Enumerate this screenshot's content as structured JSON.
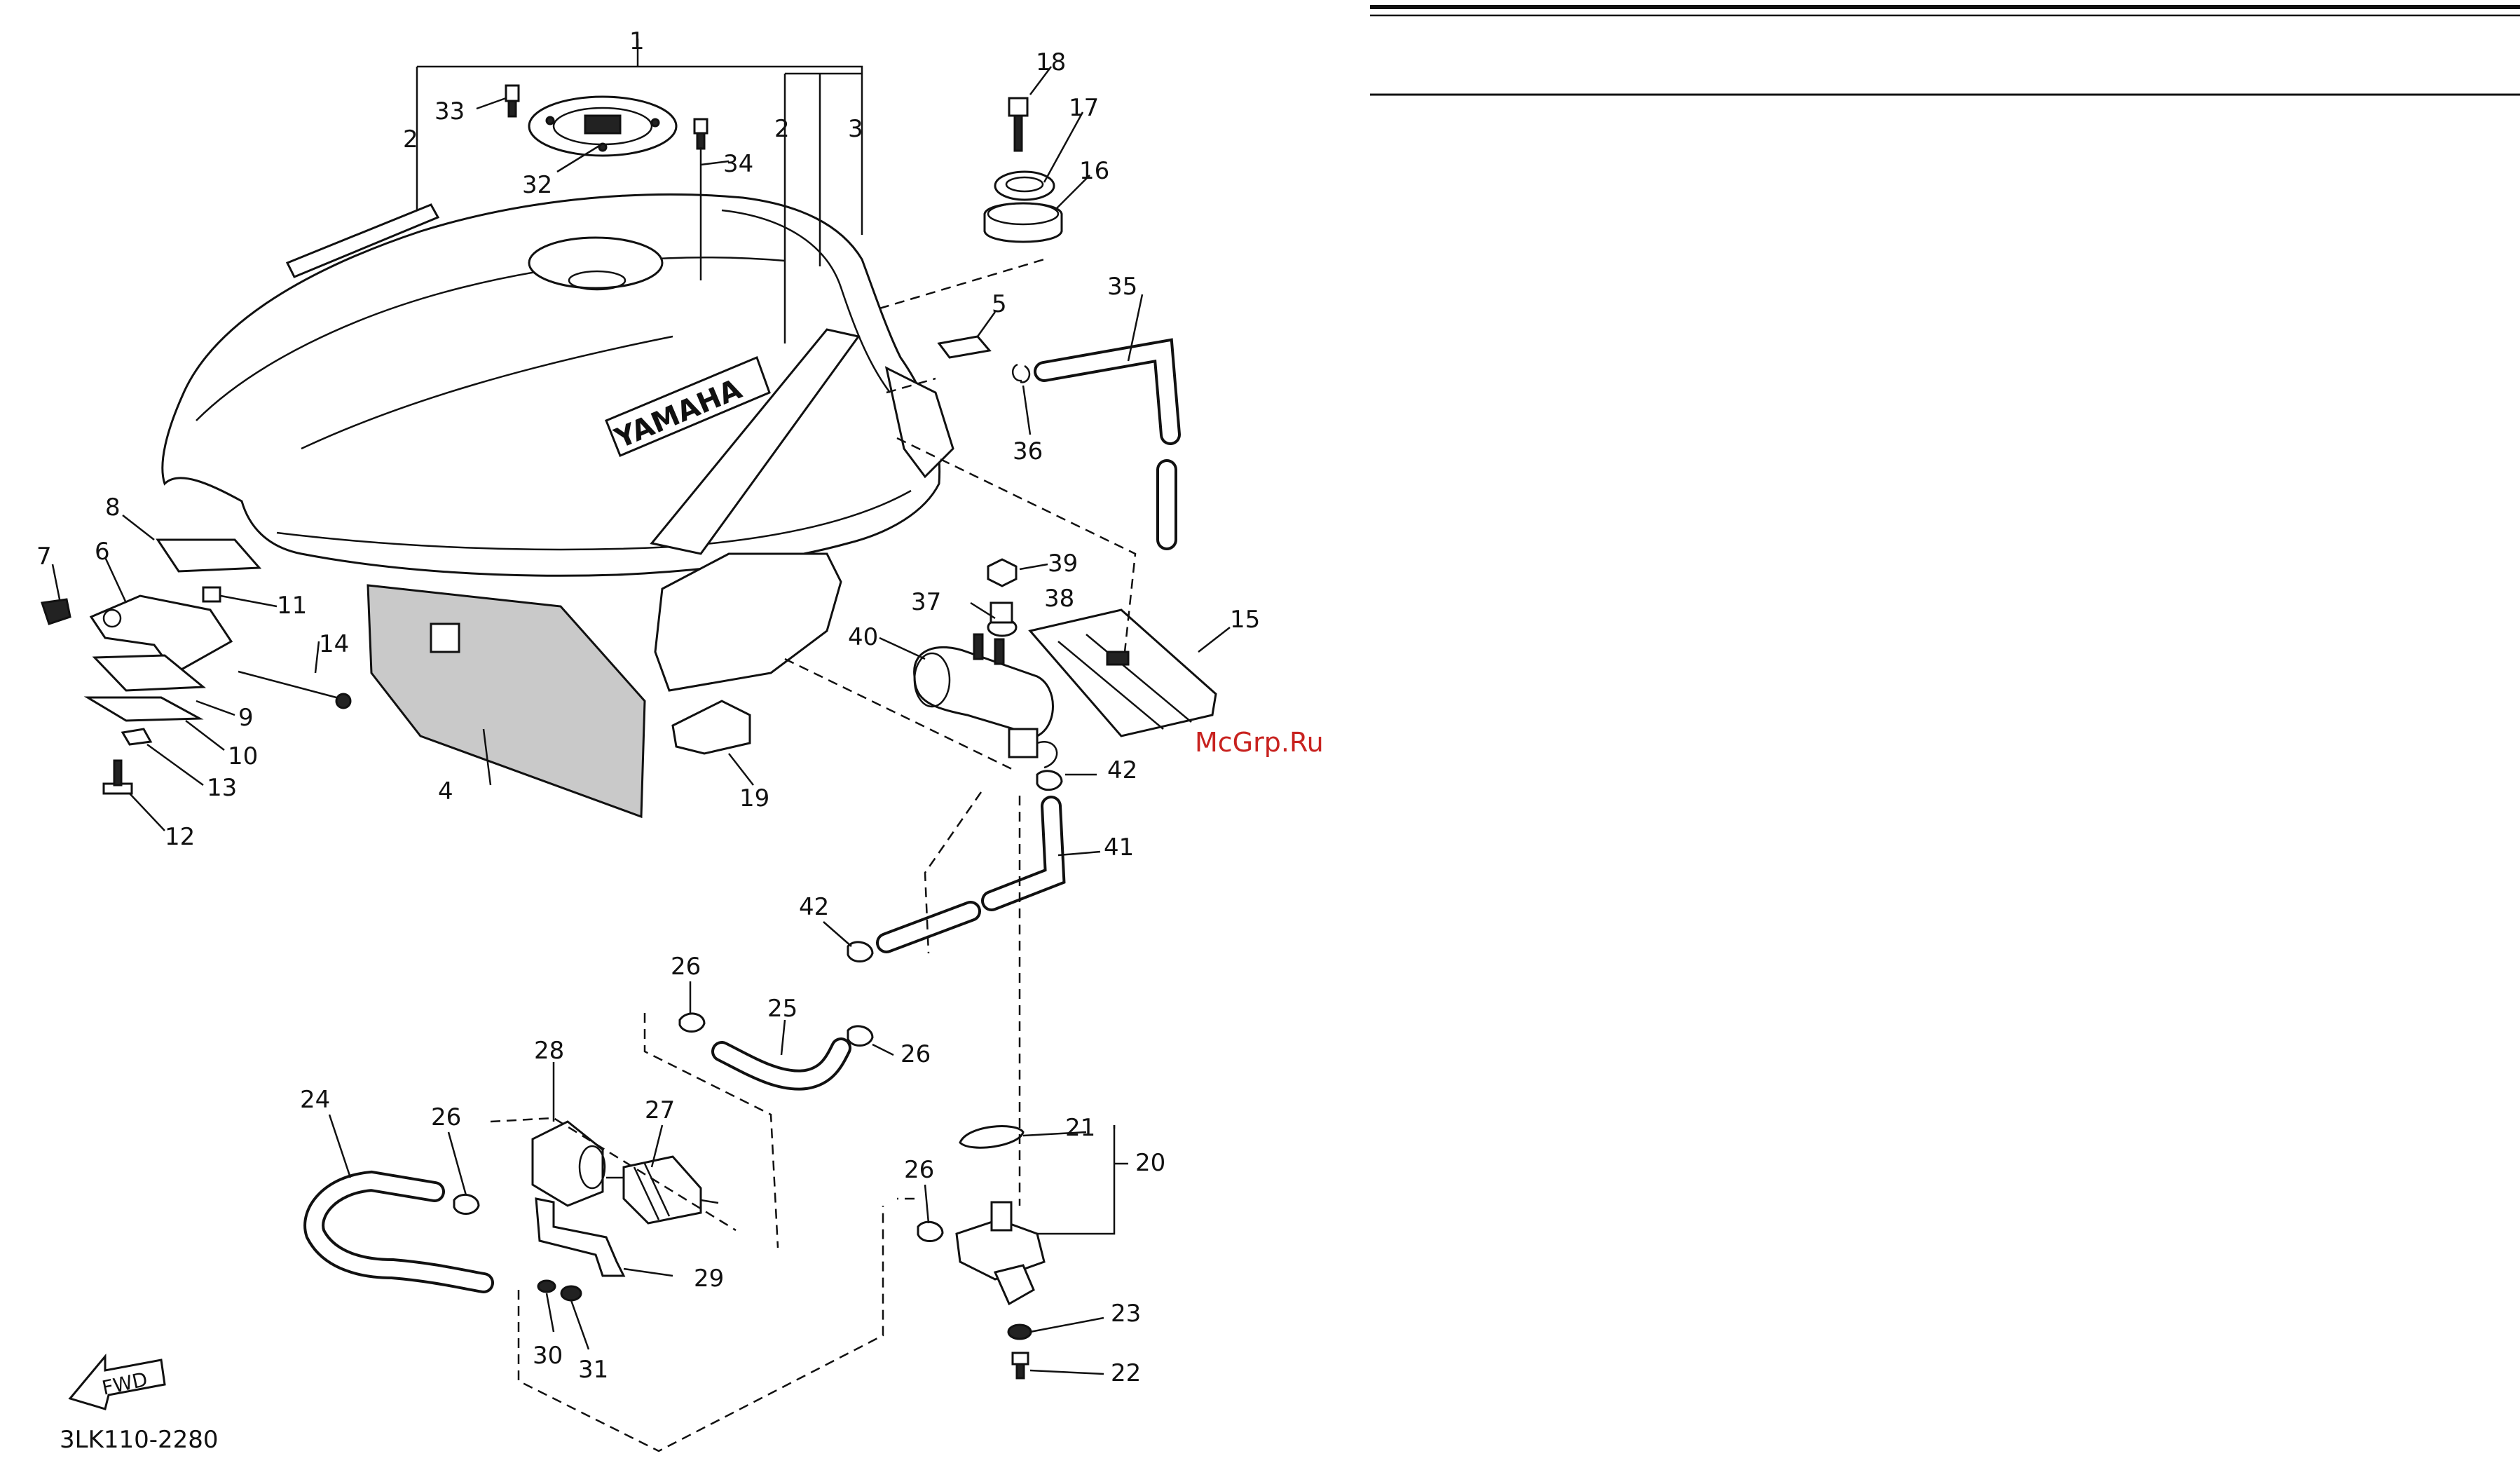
{
  "drawing_code": "3LK110-2280",
  "watermark": "McGrp.Ru",
  "brand_on_tank": "YAMAHA",
  "fwd_marker": "FWD",
  "callouts": [
    "1",
    "2",
    "2",
    "3",
    "4",
    "5",
    "6",
    "7",
    "8",
    "9",
    "10",
    "11",
    "12",
    "13",
    "14",
    "15",
    "16",
    "17",
    "18",
    "19",
    "20",
    "21",
    "22",
    "23",
    "24",
    "25",
    "26",
    "26",
    "26",
    "26",
    "27",
    "28",
    "29",
    "30",
    "31",
    "32",
    "33",
    "34",
    "35",
    "36",
    "37",
    "38",
    "39",
    "40",
    "41",
    "42",
    "42"
  ],
  "colors": {
    "ink": "#111111",
    "watermark": "#c8221f",
    "background": "#ffffff"
  }
}
